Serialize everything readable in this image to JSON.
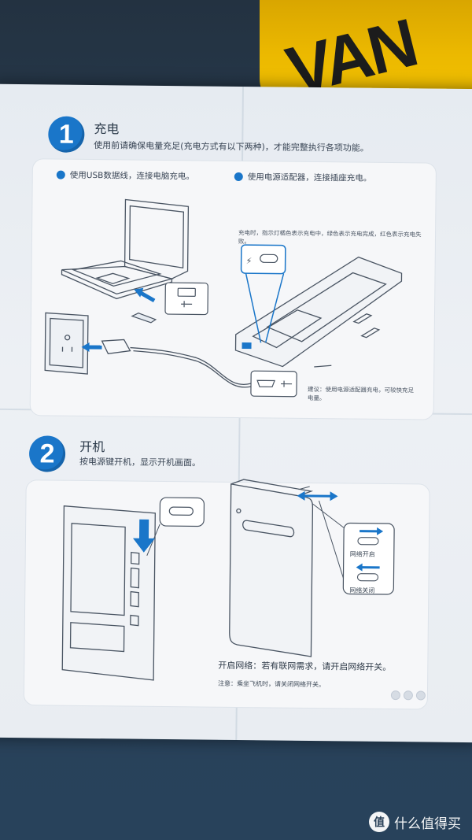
{
  "background": {
    "table_color": "#2a3c50",
    "bag_color": "#f2c200",
    "bag_letters": "VAN"
  },
  "step1": {
    "number": "1",
    "title": "充电",
    "subtitle": "使用前请确保电量充足(充电方式有以下两种)，才能完整执行各项功能。",
    "bullet_usb": "使用USB数据线，连接电脑充电。",
    "bullet_adapter": "使用电源适配器，连接插座充电。",
    "led_note": "充电时，指示灯橘色表示充电中，绿色表示充电完成，红色表示充电失败。",
    "advice_note": "建议：使用电源适配器充电，可较快充足电量。"
  },
  "step2": {
    "number": "2",
    "title": "开机",
    "subtitle": "按电源键开机，显示开机画面。",
    "network_on": "网络开启",
    "network_off": "网络关闭",
    "network_instruction": "开启网络：若有联网需求，请开启网络开关。",
    "flight_note": "注意：乘坐飞机时，请关闭网络开关。"
  },
  "watermark": {
    "logo": "值",
    "text": "什么值得买"
  },
  "colors": {
    "accent": "#1a76c9",
    "paper": "#eceff3",
    "panel": "#f6f7f9",
    "line": "#4a5563"
  }
}
